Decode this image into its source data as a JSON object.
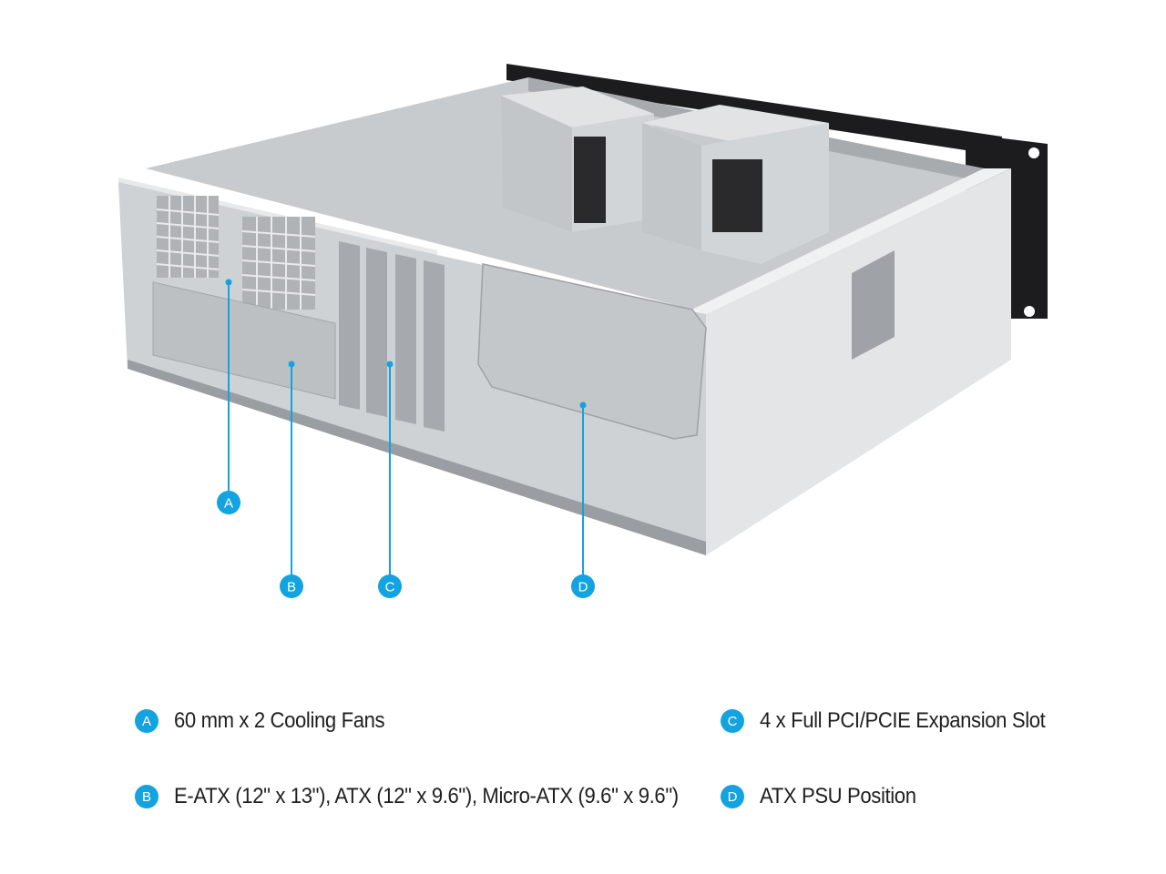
{
  "colors": {
    "accent": "#12a3e0",
    "steel_light": "#d6d8da",
    "steel_mid": "#b9bcbf",
    "steel_dark": "#8e9296",
    "rack_ear": "#1c1c1e"
  },
  "callouts": [
    {
      "letter": "A",
      "text": "60 mm x 2 Cooling Fans"
    },
    {
      "letter": "B",
      "text": "E-ATX (12\" x 13\"), ATX (12\" x 9.6\"), Micro-ATX (9.6\" x 9.6\")"
    },
    {
      "letter": "C",
      "text": "4 x Full PCI/PCIE Expansion Slot"
    },
    {
      "letter": "D",
      "text": "ATX PSU Position"
    }
  ]
}
